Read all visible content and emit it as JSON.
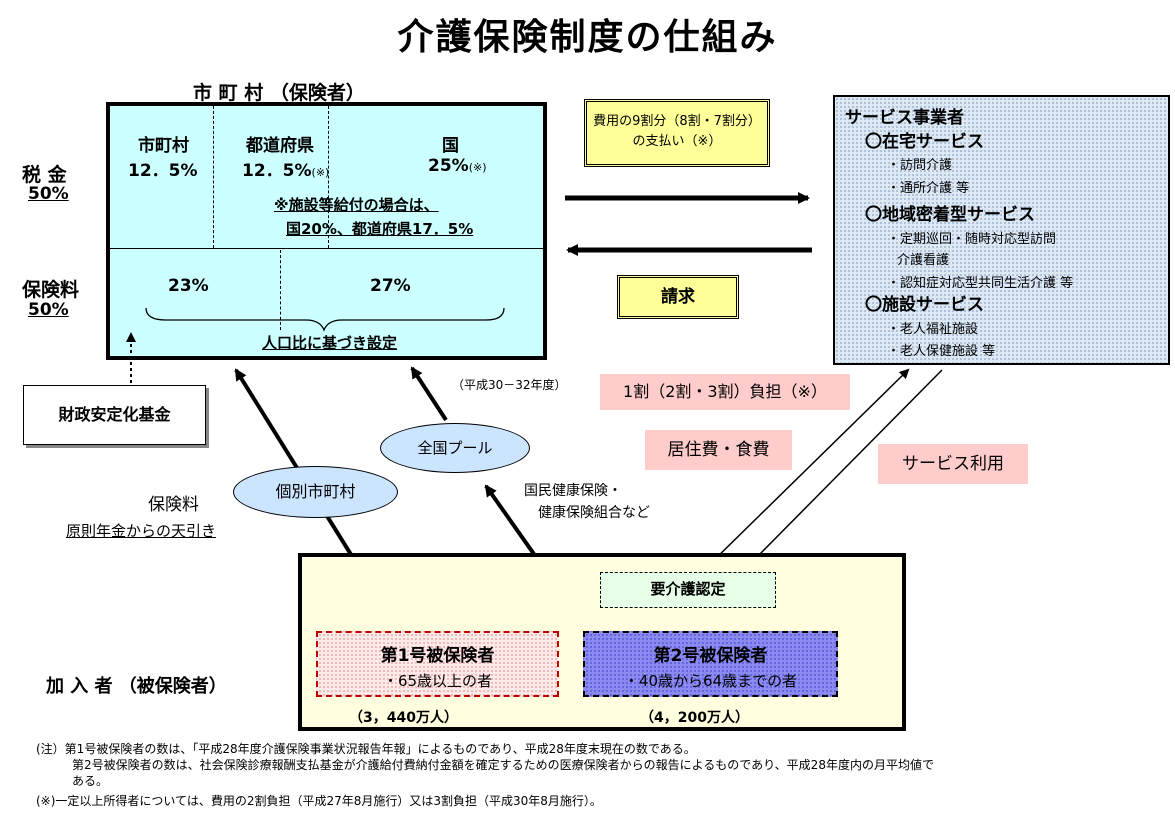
{
  "title": "介護保険制度の仕組み",
  "municipality": {
    "header": "市 町 村 （保険者）",
    "tax_label": "税 金",
    "tax_pct": "50%",
    "premium_label": "保険料",
    "premium_pct": "50%",
    "col_municipality": "市町村",
    "col_municipality_pct": "12．5%",
    "col_prefecture": "都道府県",
    "col_prefecture_pct": "12．5%",
    "col_prefecture_note": "(※)",
    "col_nation": "国",
    "col_nation_pct": "25%",
    "col_nation_note": "(※)",
    "facility_note_1": "※施設等給付の場合は、",
    "facility_note_2": "国20%、都道府県17．5%",
    "premium_1": "23%",
    "premium_2": "27%",
    "population_basis": "人口比に基づき設定"
  },
  "fund": "財政安定化基金",
  "payment_box": "費用の9割分（8割・7割分）の支払い（※）",
  "claim_box": "請求",
  "service_provider": {
    "title": "サービス事業者",
    "home_header": "〇在宅サービス",
    "home_items": [
      "・訪問介護",
      "・通所介護 等"
    ],
    "community_header": "〇地域密着型サービス",
    "community_items": [
      "・定期巡回・随時対応型訪問",
      "介護看護",
      "・認知症対応型共同生活介護 等"
    ],
    "facility_header": "〇施設サービス",
    "facility_items": [
      "・老人福祉施設",
      "・老人保健施設 等"
    ]
  },
  "period_note": "（平成30－32年度）",
  "copay_box": "1割（2割・3割）負担（※）",
  "housing_box": "居住費・食費",
  "service_use_box": "サービス利用",
  "national_pool": "全国プール",
  "individual_muni": "個別市町村",
  "premium_side_label": "保険料",
  "pension_deduction": "原則年金からの天引き",
  "health_insurance": [
    "国民健康保険・",
    "健康保険組合など"
  ],
  "care_certification": "要介護認定",
  "insured1": {
    "title": "第1号被保険者",
    "desc": "・65歳以上の者",
    "count": "（3，440万人）"
  },
  "insured2": {
    "title": "第2号被保険者",
    "desc": "・40歳から64歳までの者",
    "count": "（4，200万人）"
  },
  "members_label": "加 入 者 （被保険者）",
  "notes": [
    "(注）第1号被保険者の数は、「平成28年度介護保険事業状況報告年報」によるものであり、平成28年度末現在の数である。",
    "第2号被保険者の数は、社会保険診療報酬支払基金が介護給付費納付金額を確定するための医療保険者からの報告によるものであり、平成28年度内の月平均値で",
    "ある。",
    "(※)一定以上所得者については、費用の2割負担（平成27年8月施行）又は3割負担（平成30年8月施行）。"
  ],
  "colors": {
    "muni_bg": "#ccffff",
    "yellow": "#ffff99",
    "pink": "#ffcccc",
    "ellipse": "#cce5ff",
    "insured2": "#8a8af0"
  }
}
